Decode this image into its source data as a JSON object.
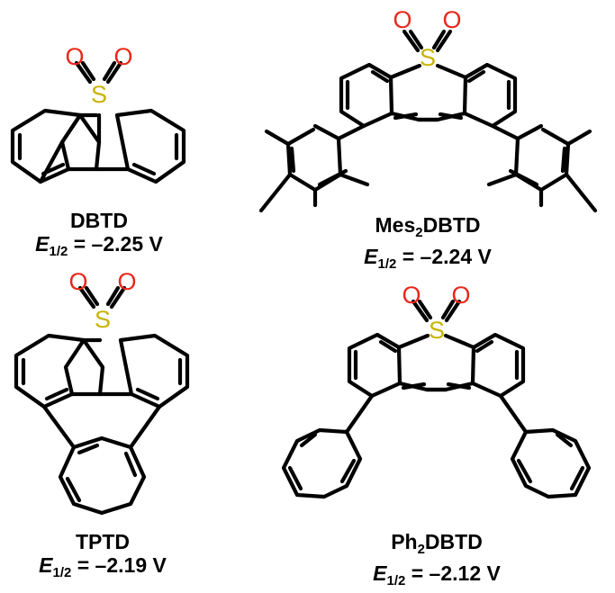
{
  "colors": {
    "sulfur": "#c8b400",
    "oxygen": "#e8281c",
    "bond": "#000000"
  },
  "atoms": {
    "sulfur": "S",
    "oxygen": "O"
  },
  "compounds": [
    {
      "id": "dbtd",
      "name_prefix": "DBTD",
      "name_sub": "",
      "name_suffix": "",
      "potential_symbol": "E",
      "potential_sub": "1/2",
      "potential_value": " = –2.25 V"
    },
    {
      "id": "mes2dbtd",
      "name_prefix": "Mes",
      "name_sub": "2",
      "name_suffix": "DBTD",
      "potential_symbol": "E",
      "potential_sub": "1/2",
      "potential_value": " = –2.24 V"
    },
    {
      "id": "tptd",
      "name_prefix": "TPTD",
      "name_sub": "",
      "name_suffix": "",
      "potential_symbol": "E",
      "potential_sub": "1/2",
      "potential_value": " = –2.19 V"
    },
    {
      "id": "ph2dbtd",
      "name_prefix": "Ph",
      "name_sub": "2",
      "name_suffix": "DBTD",
      "potential_symbol": "E",
      "potential_sub": "1/2",
      "potential_value": " = –2.12 V"
    }
  ]
}
